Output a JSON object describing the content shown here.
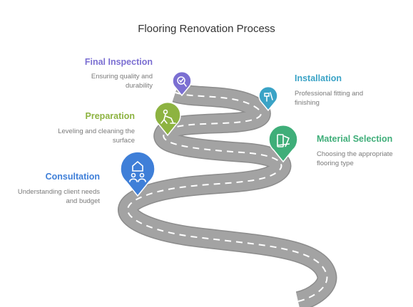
{
  "title": "Flooring Renovation Process",
  "stages": {
    "final_inspection": {
      "title": "Final Inspection",
      "desc_line1": "Ensuring quality and",
      "desc_line2": "durability",
      "color": "#7b6fd2",
      "icon": "magnifier-check-icon"
    },
    "installation": {
      "title": "Installation",
      "desc_line1": "Professional fitting and",
      "desc_line2": "finishing",
      "color": "#3aa3c6",
      "icon": "hammer-board-icon"
    },
    "preparation": {
      "title": "Preparation",
      "desc_line1": "Leveling and cleaning the",
      "desc_line2": "surface",
      "color": "#8db341",
      "icon": "worker-mopping-icon"
    },
    "material_selection": {
      "title": "Material Selection",
      "desc_line1": "Choosing the appropriate",
      "desc_line2": "flooring type",
      "color": "#3fae79",
      "icon": "swatches-icon"
    },
    "consultation": {
      "title": "Consultation",
      "desc_line1": "Understanding client needs",
      "desc_line2": "and budget",
      "color": "#3f7fd8",
      "icon": "people-house-icon"
    }
  },
  "colors": {
    "road": "#a3a3a3",
    "road_edge": "#8c8c8c",
    "road_dash": "#ffffff",
    "title": "#333333",
    "description": "#7a7a7a"
  }
}
